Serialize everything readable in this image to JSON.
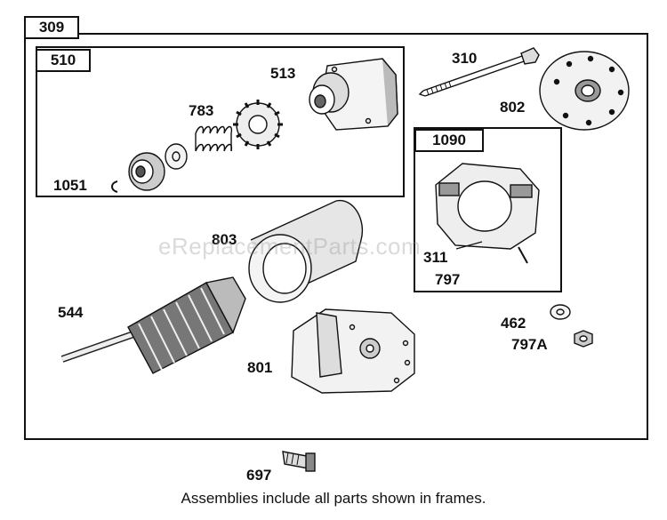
{
  "frames": {
    "outer": "309",
    "drive": "510",
    "brush": "1090"
  },
  "callouts": {
    "p310": "310",
    "p513": "513",
    "p783": "783",
    "p802": "802",
    "p1051": "1051",
    "p803": "803",
    "p311": "311",
    "p797": "797",
    "p544": "544",
    "p462": "462",
    "p797a": "797A",
    "p801": "801",
    "p697": "697"
  },
  "watermark": "eReplacementParts.com",
  "caption": "Assemblies include all parts shown in frames."
}
